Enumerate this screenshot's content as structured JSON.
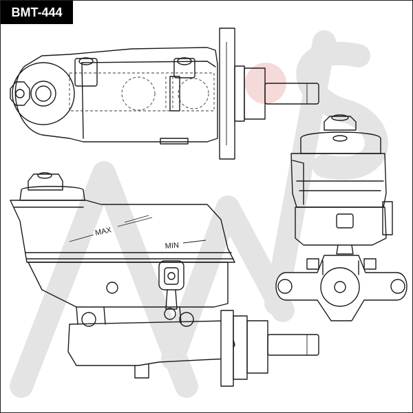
{
  "part_number": "BMT-444",
  "level_marks": {
    "max": "MAX",
    "min": "MIN"
  },
  "views": [
    {
      "name": "top-view"
    },
    {
      "name": "side-view"
    },
    {
      "name": "end-view"
    }
  ],
  "colors": {
    "line": "#1a1a1a",
    "label_bg": "#000000",
    "label_text": "#ffffff",
    "watermark": "#e4e4e4",
    "watermark_accent": "#f6d9d9"
  }
}
